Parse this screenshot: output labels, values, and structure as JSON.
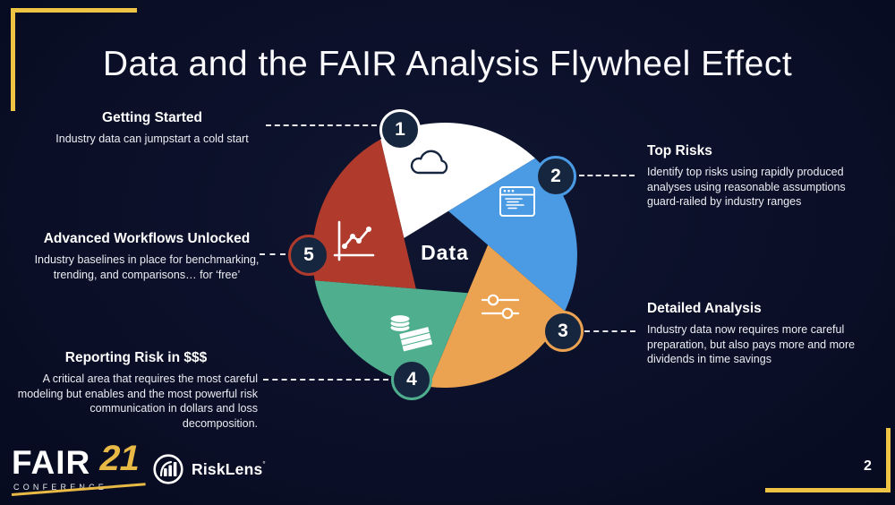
{
  "slide": {
    "title": "Data and the FAIR Analysis Flywheel Effect",
    "page_number": "2"
  },
  "wheel": {
    "center_label": "Data",
    "segments": [
      {
        "number": "1",
        "title": "Getting Started",
        "description": "Industry data can jumpstart a cold start",
        "color": "#ffffff",
        "icon": "cloud-icon"
      },
      {
        "number": "2",
        "title": "Top Risks",
        "description": "Identify top risks using rapidly produced analyses using reasonable assumptions guard-railed by industry ranges",
        "color": "#4a9be4",
        "icon": "browser-window-icon"
      },
      {
        "number": "3",
        "title": "Detailed Analysis",
        "description": "Industry data now requires more careful preparation, but also pays more and more dividends in time savings",
        "color": "#eca351",
        "icon": "sliders-icon"
      },
      {
        "number": "4",
        "title": "Reporting Risk in $$$",
        "description": "A critical area that requires the most careful modeling but enables and the most powerful risk communication in dollars and loss decomposition.",
        "color": "#4fae8e",
        "icon": "money-stack-icon"
      },
      {
        "number": "5",
        "title": "Advanced Workflows Unlocked",
        "description": "Industry baselines in place for benchmarking, trending, and comparisons… for ‘free’",
        "color": "#b03b2d",
        "icon": "line-chart-icon"
      }
    ]
  },
  "colors": {
    "background": "#0b0f28",
    "accent_gold": "#efc343",
    "badge_fill": "#17263f"
  },
  "footer": {
    "fair_logo_text": "FAIR",
    "fair_logo_year": "21",
    "fair_logo_sub": "CONFERENCE",
    "risklens_label": "RiskLens",
    "risklens_mark": "°"
  }
}
